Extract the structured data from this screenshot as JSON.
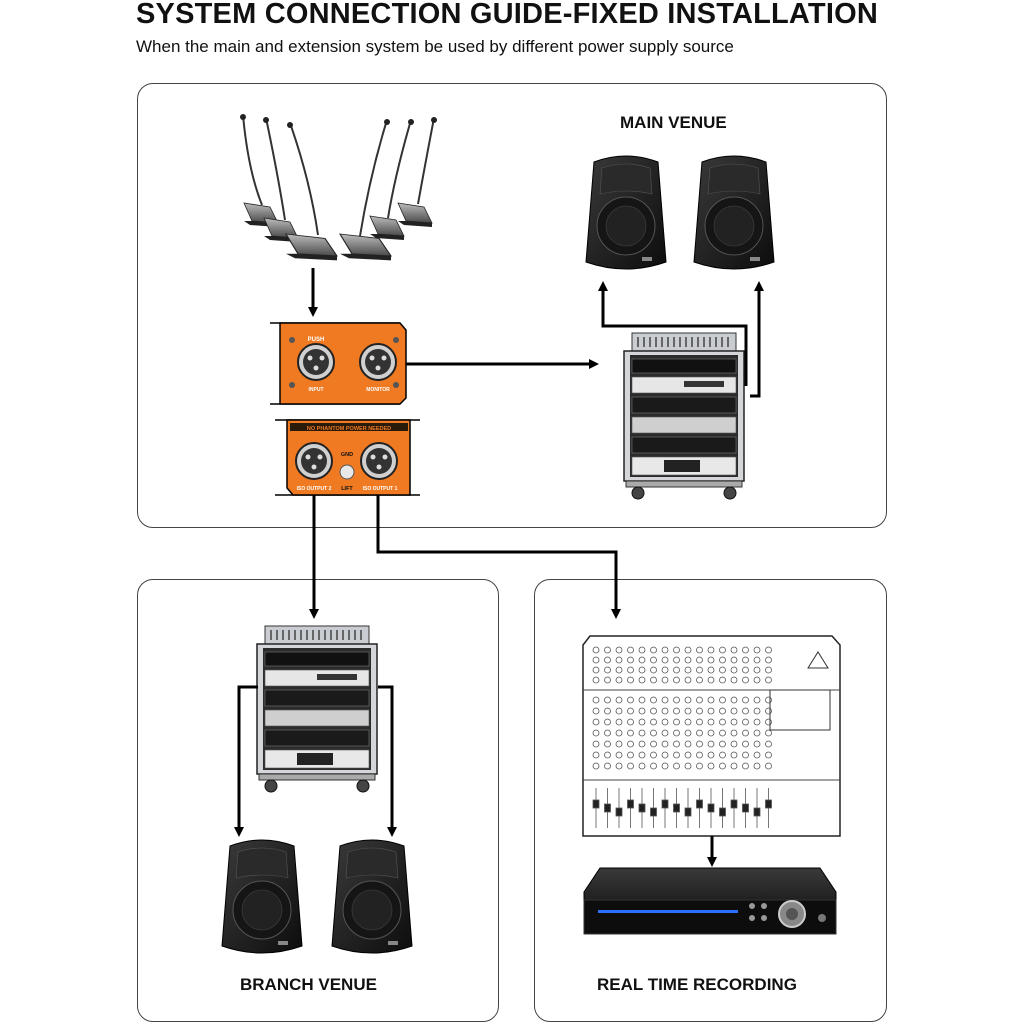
{
  "header": {
    "title": "SYSTEM CONNECTION GUIDE-FIXED INSTALLATION",
    "subtitle": "When the main and extension system be used by different power supply source"
  },
  "sections": {
    "main_venue": "MAIN VENUE",
    "branch_venue": "BRANCH VENUE",
    "real_time_recording": "REAL TIME RECORDING"
  },
  "devices": {
    "splitter_top": {
      "push_label": "PUSH",
      "input_label": "INPUT",
      "monitor_label": "MONITOR"
    },
    "splitter_bottom": {
      "banner": "NO PHANTOM POWER NEEDED",
      "gnd_label": "GND",
      "lift_label": "LIFT",
      "iso_out_2": "ISO OUTPUT 2",
      "iso_out_1": "ISO OUTPUT 1"
    }
  },
  "colors": {
    "accent_orange": "#F07A22",
    "dark": "#1a1a1a",
    "line": "#000000"
  }
}
